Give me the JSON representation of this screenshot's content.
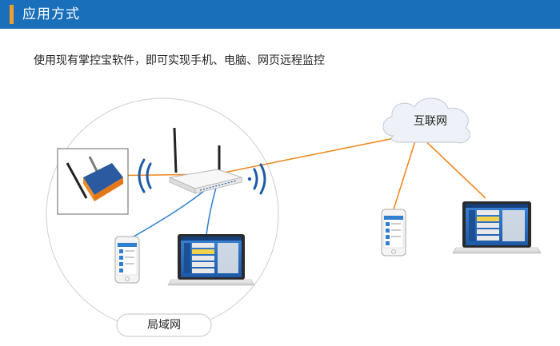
{
  "header": {
    "title": "应用方式"
  },
  "subtitle": "使用现有掌控宝软件，即可实现手机、电脑、网页远程监控",
  "cloud": {
    "label": "互联网"
  },
  "lan": {
    "label": "局域网"
  },
  "colors": {
    "header_bg": "#1a6fba",
    "header_accent": "#f39c2a",
    "wireless_link": "#f08a24",
    "lan_link": "#2f7fd1"
  },
  "icons": [
    "router-icon",
    "server-device-icon",
    "phone-icon",
    "laptop-icon",
    "cloud-icon",
    "wifi-wave-icon"
  ]
}
